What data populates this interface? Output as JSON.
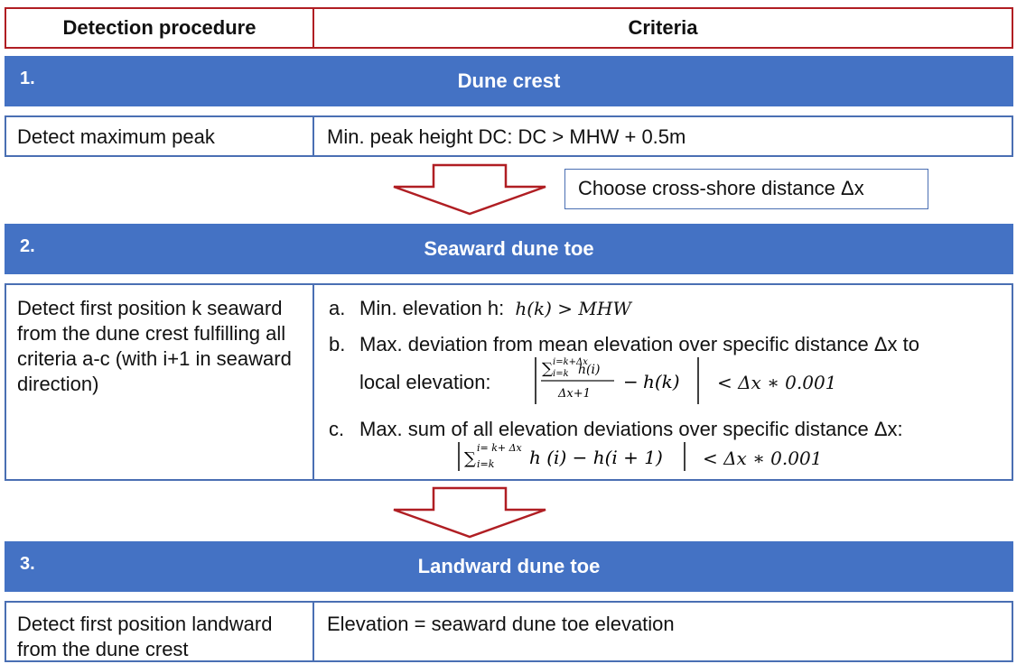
{
  "header": {
    "col1": "Detection procedure",
    "col2": "Criteria"
  },
  "section1": {
    "number": "1.",
    "title": "Dune crest",
    "procedure": "Detect maximum peak",
    "criteria": "Min. peak height DC: DC > MHW + 0.5m"
  },
  "between": {
    "note": "Choose cross-shore distance Δx"
  },
  "section2": {
    "number": "2.",
    "title": "Seaward dune toe",
    "procedure": "Detect first position k seaward from the dune crest fulfilling all criteria a-c (with i+1 in seaward direction)",
    "criteria": {
      "a_letter": "a.",
      "a_text": "Min. elevation h:",
      "a_formula": "h(k) > MHW",
      "b_letter": "b.",
      "b_text": "Max. deviation from mean elevation over specific distance Δx to",
      "b_text2": "local elevation:",
      "b_formula_tail": "< Δx ∗ 0.001",
      "c_letter": "c.",
      "c_text": "Max. sum of all elevation deviations over specific distance Δx:",
      "c_formula_tail": "< Δx ∗ 0.001"
    }
  },
  "section3": {
    "number": "3.",
    "title": "Landward dune toe",
    "procedure": "Detect first position landward from the dune crest",
    "criteria": "Elevation = seaward dune toe elevation"
  },
  "colors": {
    "band": "#4472c4",
    "header_border": "#b01e23",
    "cell_border": "#4a6fb3",
    "arrow": "#b01e23"
  }
}
